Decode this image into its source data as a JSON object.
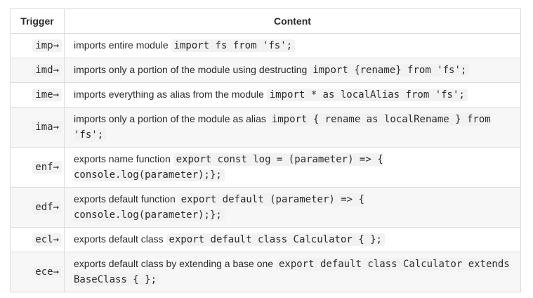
{
  "colors": {
    "border": "#dddddd",
    "row-alt": "#f7f7f7",
    "code-bg": "#f2f2f2",
    "text": "#2b2b2b"
  },
  "table": {
    "columns": [
      {
        "label": "Trigger"
      },
      {
        "label": "Content"
      }
    ],
    "rows": [
      {
        "trigger": "imp→",
        "content": [
          {
            "t": "text",
            "v": "imports entire module "
          },
          {
            "t": "code",
            "v": "import fs from 'fs';"
          }
        ]
      },
      {
        "trigger": "imd→",
        "content": [
          {
            "t": "text",
            "v": "imports only a portion of the module using destructing "
          },
          {
            "t": "code",
            "v": "import {rename} from 'fs';"
          }
        ]
      },
      {
        "trigger": "ime→",
        "content": [
          {
            "t": "text",
            "v": "imports everything as alias from the module "
          },
          {
            "t": "code",
            "v": "import * as localAlias from 'fs';"
          }
        ]
      },
      {
        "trigger": "ima→",
        "content": [
          {
            "t": "text",
            "v": "imports only a portion of the module as alias "
          },
          {
            "t": "code",
            "v": "import { rename as localRename } from 'fs';"
          }
        ]
      },
      {
        "trigger": "enf→",
        "content": [
          {
            "t": "text",
            "v": "exports name function "
          },
          {
            "t": "code",
            "v": "export const log = (parameter) => { console.log(parameter);};"
          }
        ]
      },
      {
        "trigger": "edf→",
        "content": [
          {
            "t": "text",
            "v": "exports default function "
          },
          {
            "t": "code",
            "v": "export default (parameter) => { console.log(parameter);};"
          }
        ]
      },
      {
        "trigger": "ecl→",
        "content": [
          {
            "t": "text",
            "v": "exports default class "
          },
          {
            "t": "code",
            "v": "export default class Calculator { };"
          }
        ]
      },
      {
        "trigger": "ece→",
        "content": [
          {
            "t": "text",
            "v": "exports default class by extending a base one "
          },
          {
            "t": "code",
            "v": "export default class Calculator extends BaseClass { };"
          }
        ]
      }
    ]
  }
}
